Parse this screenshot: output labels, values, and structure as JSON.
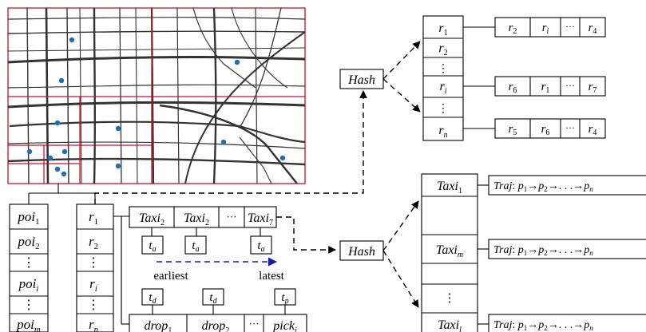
{
  "colors": {
    "grid": "#c8102e",
    "poi_dot": "#1f6fb5",
    "time_arrow": "#1a1aa8"
  },
  "hash_label": "Hash",
  "dots": "···",
  "vdots": "⋮",
  "poi_list": [
    {
      "base": "poi",
      "sub": "1"
    },
    {
      "base": "poi",
      "sub": "2"
    },
    {
      "base": "poi",
      "sub": "i"
    },
    {
      "base": "poi",
      "sub": "m"
    }
  ],
  "region_list": [
    {
      "base": "r",
      "sub": "1"
    },
    {
      "base": "r",
      "sub": "2"
    },
    {
      "base": "r",
      "sub": "i"
    },
    {
      "base": "r",
      "sub": "n"
    }
  ],
  "taxi_row": [
    {
      "base": "Taxi",
      "sub": "2"
    },
    {
      "base": "Taxi",
      "sub": "2"
    },
    {
      "base": "Taxi",
      "sub": "7"
    }
  ],
  "ta_boxes": [
    {
      "base": "t",
      "sub": "a"
    },
    {
      "base": "t",
      "sub": "a"
    },
    {
      "base": "t",
      "sub": "a"
    }
  ],
  "time_labels": {
    "earliest": "earliest",
    "latest": "latest"
  },
  "td_boxes": [
    {
      "base": "t",
      "sub": "d"
    },
    {
      "base": "t",
      "sub": "d"
    },
    {
      "base": "t",
      "sub": "p"
    }
  ],
  "drop_row": [
    {
      "base": "drop",
      "sub": "1"
    },
    {
      "base": "drop",
      "sub": "2"
    },
    {
      "base": "pick",
      "sub": "i"
    }
  ],
  "hash_table_top": [
    {
      "base": "r",
      "sub": "1"
    },
    {
      "base": "r",
      "sub": "2"
    },
    {
      "base": "r",
      "sub": "i"
    },
    {
      "base": "r",
      "sub": "n"
    }
  ],
  "chain_r1": [
    {
      "base": "r",
      "sub": "2"
    },
    {
      "base": "r",
      "sub": "i"
    },
    {
      "base": "r",
      "sub": "4"
    }
  ],
  "chain_ri": [
    {
      "base": "r",
      "sub": "6"
    },
    {
      "base": "r",
      "sub": "1"
    },
    {
      "base": "r",
      "sub": "7"
    }
  ],
  "chain_rn": [
    {
      "base": "r",
      "sub": "5"
    },
    {
      "base": "r",
      "sub": "6"
    },
    {
      "base": "r",
      "sub": "4"
    }
  ],
  "hash_table_bottom": [
    {
      "base": "Taxi",
      "sub": "1"
    },
    {
      "base": "Taxi",
      "sub": "m"
    },
    {
      "base": "Taxi",
      "sub": "l"
    }
  ],
  "traj": {
    "label": "Traj",
    "p": "p",
    "subs": [
      "1",
      "2"
    ],
    "ellipsis": ". . .",
    "last_sub": "n"
  }
}
